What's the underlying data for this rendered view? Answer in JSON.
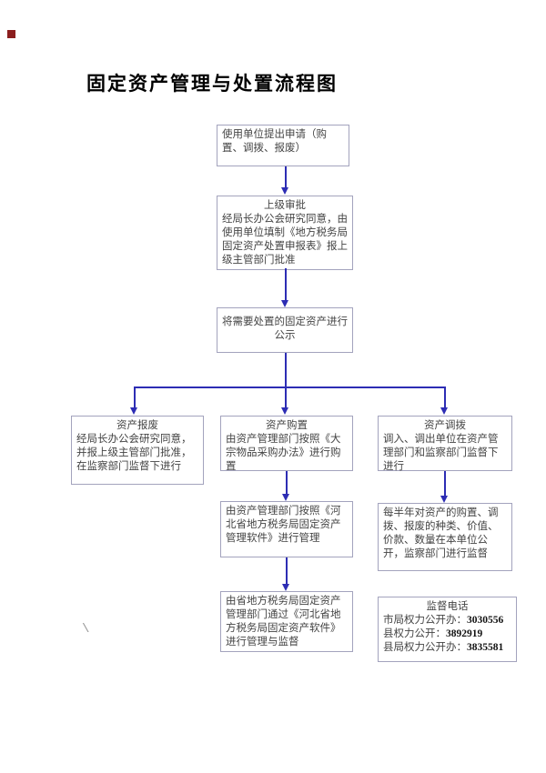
{
  "page": {
    "title": "固定资产管理与处置流程图",
    "stray_mark": "\\"
  },
  "colors": {
    "arrow_blue": "#2d2db4",
    "box_border": "#a3a3bd",
    "body_text": "#444444",
    "title_text": "#000000",
    "marker_red": "#8b1e1e"
  },
  "flow": {
    "apply": {
      "text": "使用单位提出申请（购置、调拨、报废）"
    },
    "approval": {
      "title": "上级审批",
      "body": "经局长办公会研究同意，由使用单位填制《地方税务局固定资产处置申报表》报上级主管部门批准"
    },
    "publicity": {
      "text": "将需要处置的固定资产进行公示"
    },
    "scrap": {
      "title": "资产报废",
      "body": "经局长办公会研究同意，并报上级主管部门批准，在监察部门监督下进行"
    },
    "purchase": {
      "title": "资产购置",
      "body": "由资产管理部门按照《大宗物品采购办法》进行购置"
    },
    "transfer": {
      "title": "资产调拨",
      "body": "调入、调出单位在资产管理部门和监察部门监督下进行"
    },
    "manage": {
      "text": "由资产管理部门按照《河北省地方税务局固定资产管理软件》进行管理"
    },
    "disclose": {
      "text": "每半年对资产的购置、调拨、报废的种类、价值、价款、数量在本单位公开，监察部门进行监督"
    },
    "supervise": {
      "text": "由省地方税务局固定资产管理部门通过《河北省地方税务局固定资产软件》进行管理与监督"
    },
    "hotline": {
      "title": "监督电话",
      "lines": [
        {
          "label": "市局权力公开办：",
          "number": "3030556"
        },
        {
          "label": "县权力公开：",
          "number": "3892919"
        },
        {
          "label": "县局权力公开办：",
          "number": "3835581"
        }
      ]
    }
  }
}
